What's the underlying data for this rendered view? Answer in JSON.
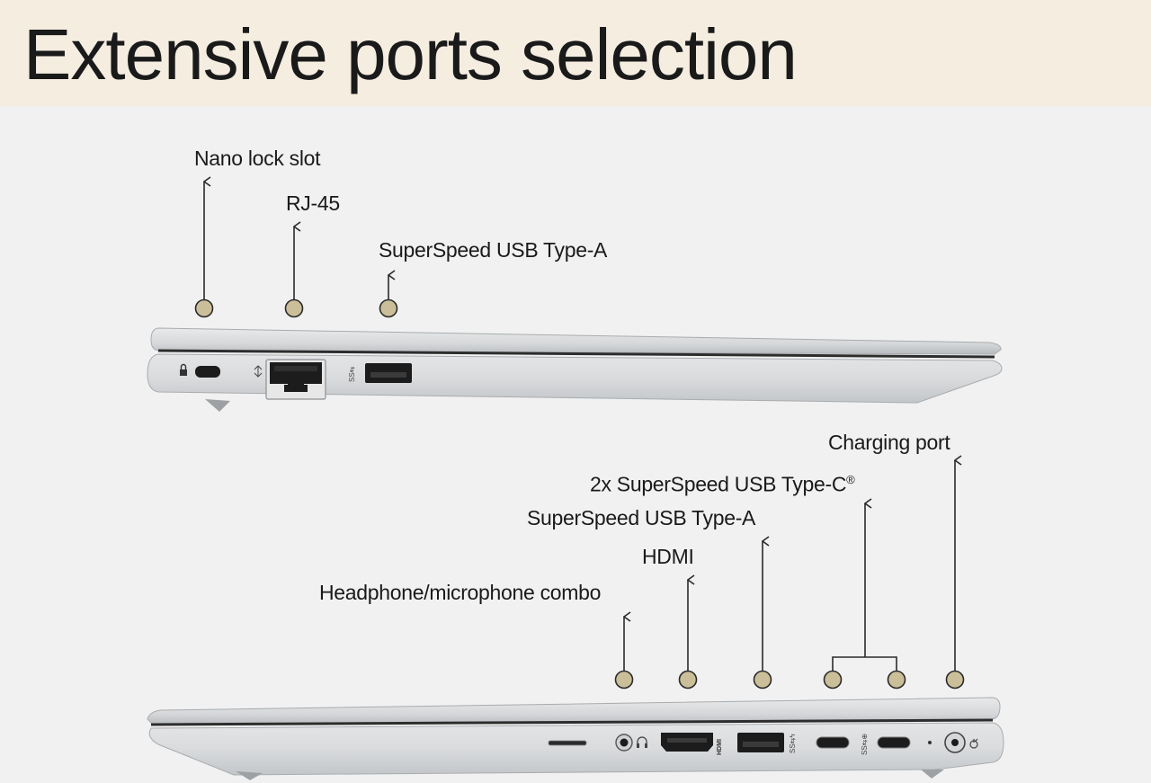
{
  "page": {
    "title": "Extensive ports selection"
  },
  "left_side": {
    "ports": [
      {
        "label": "Nano lock slot"
      },
      {
        "label": "RJ-45"
      },
      {
        "label": "SuperSpeed USB Type-A"
      }
    ]
  },
  "right_side": {
    "ports": [
      {
        "label": "Charging port"
      },
      {
        "label": "2x SuperSpeed USB Type-C",
        "mark": "®"
      },
      {
        "label": "SuperSpeed USB Type-A"
      },
      {
        "label": "HDMI"
      },
      {
        "label": "Headphone/microphone combo"
      }
    ],
    "hdmi_logo": "HDMI"
  },
  "colors": {
    "header_bg": "#f4ede0",
    "page_bg": "#f1f1f1",
    "marker_fill": "#cbbf9a",
    "marker_stroke": "#2a2a2a",
    "chassis": "#d6d8da",
    "port_black": "#1c1c1c"
  }
}
